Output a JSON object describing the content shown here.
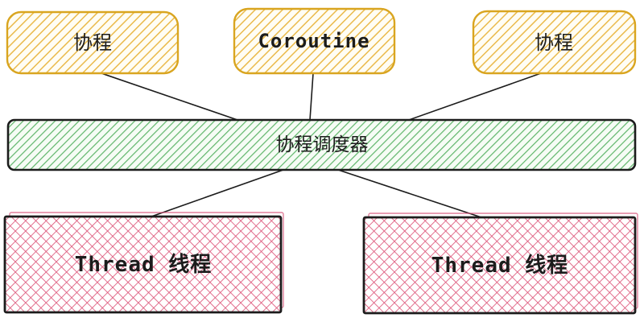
{
  "diagram": {
    "type": "flow-diagram",
    "nodes": {
      "coroutine_left": {
        "label": "协程"
      },
      "coroutine_center": {
        "label": "Coroutine"
      },
      "coroutine_right": {
        "label": "协程"
      },
      "scheduler": {
        "label": "协程调度器"
      },
      "thread_left": {
        "label": "Thread 线程"
      },
      "thread_right": {
        "label": "Thread 线程"
      }
    },
    "edges": [
      {
        "from": "coroutine_left",
        "to": "scheduler"
      },
      {
        "from": "coroutine_center",
        "to": "scheduler"
      },
      {
        "from": "coroutine_right",
        "to": "scheduler"
      },
      {
        "from": "scheduler",
        "to": "thread_left"
      },
      {
        "from": "scheduler",
        "to": "thread_right"
      }
    ],
    "colors": {
      "coroutine_hatch": "#eaba4b",
      "coroutine_border": "#d9a520",
      "scheduler_hatch": "#5fb56a",
      "scheduler_border": "#1c1c1c",
      "thread_hatch": "#dd567a",
      "thread_border": "#1c1c1c",
      "connector": "#1c1c1c",
      "text": "#1c1c1c",
      "background": "#ffffff"
    }
  }
}
